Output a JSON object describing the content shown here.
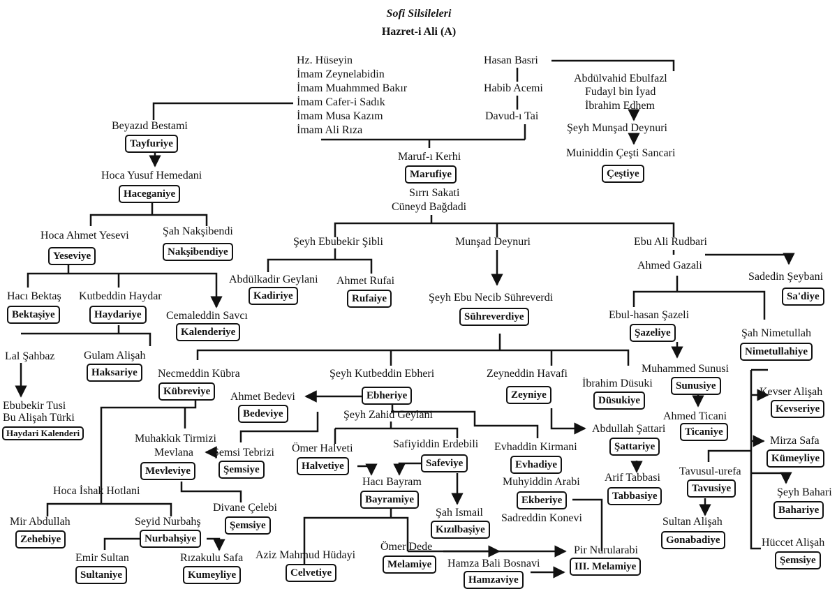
{
  "title": "Sofi Silsileleri",
  "root": "Hazret-i Ali (A)",
  "people": {
    "huseyin": "Hz. Hüseyin",
    "zeynelabidin": "İmam Zeynelabidin",
    "bakir": "İmam Muahmmed Bakır",
    "cafer": "İmam Cafer-i Sadık",
    "kazim": "İmam Musa Kazım",
    "riza": "İmam Ali Rıza",
    "hasan_basri": "Hasan Basri",
    "habib": "Habib Acemi",
    "davud": "Davud-ı Tai",
    "abdulvahid": "Abdülvahid Ebulfazl",
    "fudayl": "Fudayl bin İyad",
    "edhem": "İbrahim Edhem",
    "munsad1": "Şeyh Munşad Deynuri",
    "muiniddin": "Muiniddin Çeşti Sancari",
    "beyazid": "Beyazıd Bestami",
    "yusuf": "Hoca Yusuf Hemedani",
    "maruf": "Maruf-ı Kerhi",
    "sirri": "Sırrı Sakati",
    "cuneyd": "Cüneyd Bağdadi",
    "yesevi": "Hoca Ahmet Yesevi",
    "naksibendi": "Şah Nakşibendi",
    "sibli": "Şeyh Ebubekir Şibli",
    "munsad2": "Munşad Deynuri",
    "rudbari": "Ebu Ali Rudbari",
    "gazali": "Ahmed Gazali",
    "seybani": "Sadedin Şeybani",
    "geylani": "Abdülkadir Geylani",
    "rufai": "Ahmet Rufai",
    "suhreverdi": "Şeyh Ebu Necib Sühreverdi",
    "bektas": "Hacı Bektaş",
    "kutbeddin": "Kutbeddin Haydar",
    "savci": "Cemaleddin Savcı",
    "sazeli": "Ebul-hasan Şazeli",
    "nimetullah": "Şah Nimetullah",
    "lal": "Lal Şahbaz",
    "gulam": "Gulam Alişah",
    "kubra": "Necmeddin Kübra",
    "ebheri": "Şeyh Kutbeddin Ebheri",
    "havafi": "Zeyneddin Havafi",
    "dusuki": "İbrahim Düsuki",
    "sunusi": "Muhammed Sunusi",
    "kevser": "Kevser Alişah",
    "tusi1": "Ebubekir Tusi",
    "tusi2": "Bu Alişah Türki",
    "bedevi": "Ahmet Bedevi",
    "zahid": "Şeyh Zahid Geylani",
    "ticani": "Ahmed Ticani",
    "sattari": "Abdullah Şattari",
    "tirmizi": "Muhakkık Tirmizi",
    "mevlana": "Mevlana",
    "semsi": "Şemsi Tebrizi",
    "halveti": "Ömer Halveti",
    "erdebili": "Safiyiddin Erdebili",
    "kirmani": "Evhaddin Kirmani",
    "mirza": "Mirza Safa",
    "tavusul": "Tavusul-urefa",
    "tabbasi": "Arif Tabbasi",
    "haci_bayram": "Hacı Bayram",
    "arabi": "Muhyiddin Arabi",
    "hotlani": "Hoca İshak Hotlani",
    "divane": "Divane Çelebi",
    "ismail": "Şah Ismail",
    "konevi": "Sadreddin Konevi",
    "bahari": "Şeyh Bahari",
    "mir": "Mir Abdullah",
    "nurbahs": "Seyid Nurbahş",
    "sultan_alisah": "Sultan Alişah",
    "omer_dede": "Ömer Dede",
    "hudayi": "Aziz Mahmud Hüdayi",
    "nurularabi": "Pir Nurularabi",
    "huccet": "Hüccet Alişah",
    "emir": "Emir Sultan",
    "rizakulu": "Rızakulu Safa",
    "hamza": "Hamza Bali Bosnavi"
  },
  "orders": {
    "tayfuriye": "Tayfuriye",
    "marufiye": "Marufiye",
    "cestiye": "Çeştiye",
    "haceganiye": "Haceganiye",
    "yeseviye": "Yeseviye",
    "naksibendiye": "Nakşibendiye",
    "kadiriye": "Kadiriye",
    "rufaiye": "Rufaiye",
    "sadiye": "Sa'diye",
    "bektasiye": "Bektaşiye",
    "haydariye": "Haydariye",
    "kalenderiye": "Kalenderiye",
    "suhreverdiye": "Sühreverdiye",
    "sazeliye": "Şazeliye",
    "nimetullahiye": "Nimetullahiye",
    "haksariye": "Haksariye",
    "kubreviye": "Kübreviye",
    "ebheriye": "Ebheriye",
    "zeyniye": "Zeyniye",
    "dusukiye": "Düsukiye",
    "sunusiye": "Sunusiye",
    "kevseriye": "Kevseriye",
    "haydari_kalenderi": "Haydari Kalenderi",
    "bedeviye": "Bedeviye",
    "ticaniye": "Ticaniye",
    "sattariye": "Şattariye",
    "semsiye1": "Şemsiye",
    "kumeyliye1": "Kümeyliye",
    "mevleviye": "Mevleviye",
    "halvetiye": "Halvetiye",
    "safeviye": "Safeviye",
    "evhadiye": "Evhadiye",
    "tavusiye": "Tavusiye",
    "tabbasiye": "Tabbasiye",
    "bayramiye": "Bayramiye",
    "ekberiye": "Ekberiye",
    "semsiye2": "Şemsiye",
    "kizilbasiye": "Kızılbaşiye",
    "bahariye": "Bahariye",
    "zehebiye": "Zehebiye",
    "nurbahsiye": "Nurbahşiye",
    "gonabadiye": "Gonabadiye",
    "melamiye": "Melamiye",
    "celvetiye": "Celvetiye",
    "iii_melamiye": "III. Melamiye",
    "semsiye3": "Şemsiye",
    "sultaniye": "Sultaniye",
    "kumeyliye2": "Kumeyliye",
    "hamzaviye": "Hamzaviye"
  }
}
